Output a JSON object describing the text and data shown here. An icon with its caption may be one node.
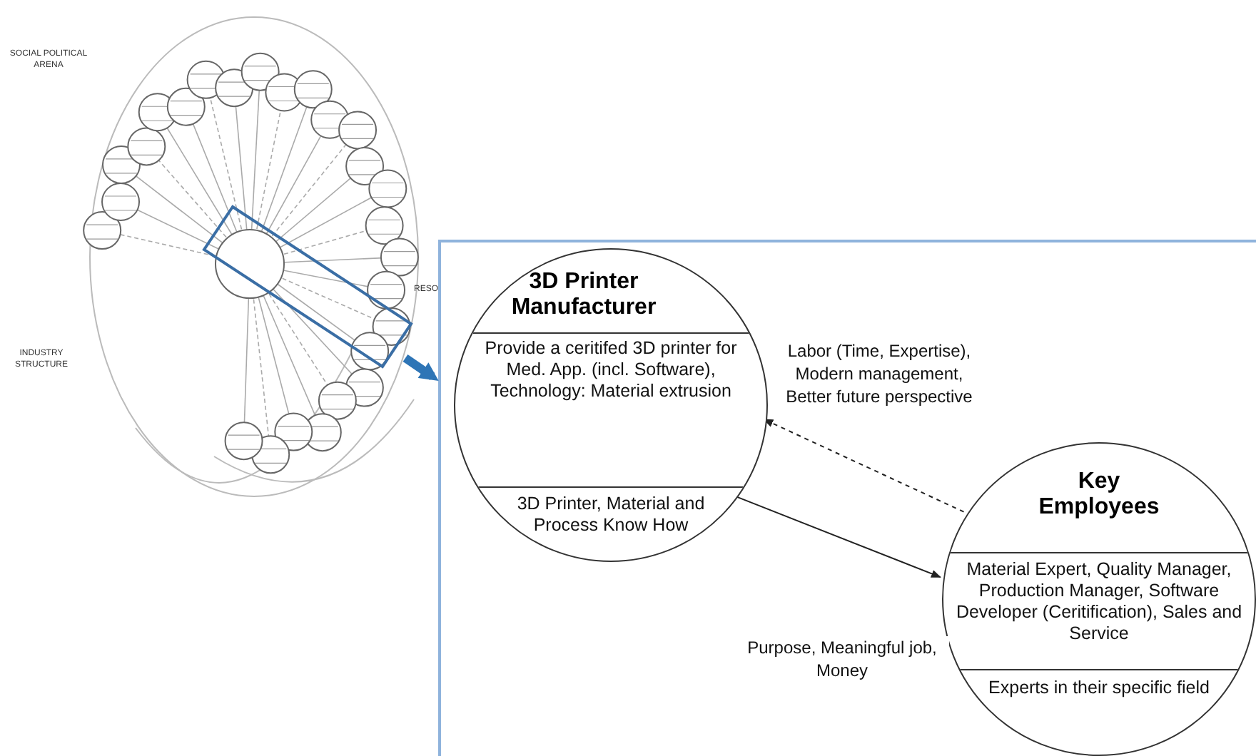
{
  "diagram": {
    "nodes": [
      {
        "text": [],
        "shape": "box"
      },
      {
        "text": [],
        "shape": "box"
      },
      {
        "text": [
          "3D Printer Manufacturer",
          "Provide a ceritifed 3D printer for Med. App. (incl. Software), Technology: Material extrusion",
          "3D Printer, Material and Process Know How"
        ],
        "in": 1
      },
      {
        "text": [
          "Key Employees",
          "Material Expert, Quality Manager, Production Manager, Software Developer (Ceritification), Sales and Service",
          "Experts in their specific field"
        ],
        "in": 1
      }
    ],
    "edges": [
      {
        "from": 0,
        "to": 1,
        "arrow": "to",
        "style": "thick",
        "color": "#2e75b6"
      },
      {
        "from": 3,
        "to": 2,
        "arrow": "to",
        "style": "dashed",
        "label": "Labor (Time, Expertise), Modern management, Better future perspective"
      },
      {
        "from": 2,
        "to": 3,
        "arrow": "to",
        "label": "Purpose, Meaningful job, Money"
      }
    ],
    "labels": [
      "SOCIAL POLITICAL ARENA",
      "INDUSTRY STRUCTURE",
      "RESO"
    ]
  }
}
